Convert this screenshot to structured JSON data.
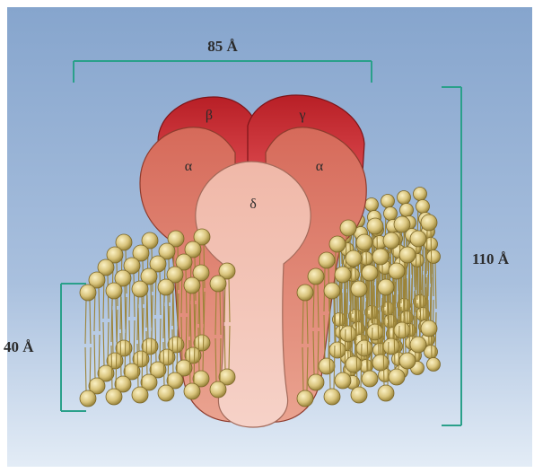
{
  "diagram": {
    "dimensions": {
      "width_label": "85 Å",
      "height_label": "110 Å",
      "membrane_label": "40 Å"
    },
    "subunits": [
      {
        "key": "beta",
        "label": "β"
      },
      {
        "key": "gamma",
        "label": "γ"
      },
      {
        "key": "alpha_left",
        "label": "α"
      },
      {
        "key": "alpha_right",
        "label": "α"
      },
      {
        "key": "delta",
        "label": "δ"
      }
    ],
    "colors": {
      "background_top": "#8aa8cf",
      "background_bottom": "#dfe9f5",
      "bracket": "#2aa08a",
      "beta_gamma": "#c42a2e",
      "alpha": "#de8a72",
      "delta": "#f3c2b6",
      "lipid_head": "#d8c47a",
      "lipid_tail": "#a38a3c"
    }
  }
}
